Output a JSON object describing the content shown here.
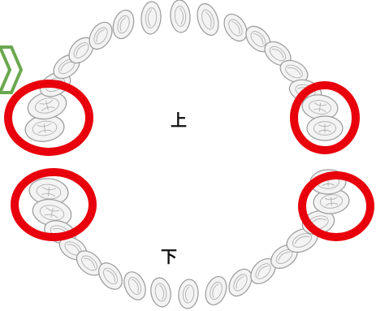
{
  "labels": {
    "upper": "上",
    "lower": "下"
  },
  "colors": {
    "highlight": "#e8000c",
    "arrow": "#6aa84f",
    "tooth_fill": "#f3f3f3",
    "tooth_stroke": "#9a9a9a",
    "tooth_detail": "#b0b0b0"
  },
  "icons": {
    "pointer": "arrow-chevron-icon"
  },
  "highlighted_regions": [
    "upper-left-molars",
    "upper-right-molars",
    "lower-left-molars",
    "lower-right-molars"
  ]
}
